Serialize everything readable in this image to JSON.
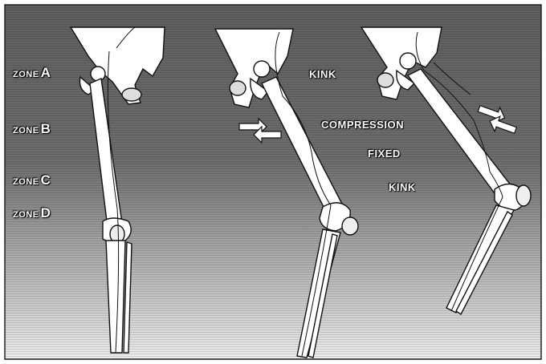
{
  "zones": [
    {
      "word": "ZONE",
      "letter": "A"
    },
    {
      "word": "ZONE",
      "letter": "B"
    },
    {
      "word": "ZONE",
      "letter": "C"
    },
    {
      "word": "ZONE",
      "letter": "D"
    }
  ],
  "annotations": {
    "kink_top": "KINK",
    "compression": "COMPRESSION",
    "fixed": "FIXED",
    "kink_bottom": "KINK"
  },
  "colors": {
    "background_dark": "#5a5a5a",
    "background_light": "#e6e6e6",
    "bone_fill": "#ffffff",
    "outline": "#111111"
  },
  "icons": [
    "compression-arrows-icon",
    "compression-arrows-icon"
  ]
}
